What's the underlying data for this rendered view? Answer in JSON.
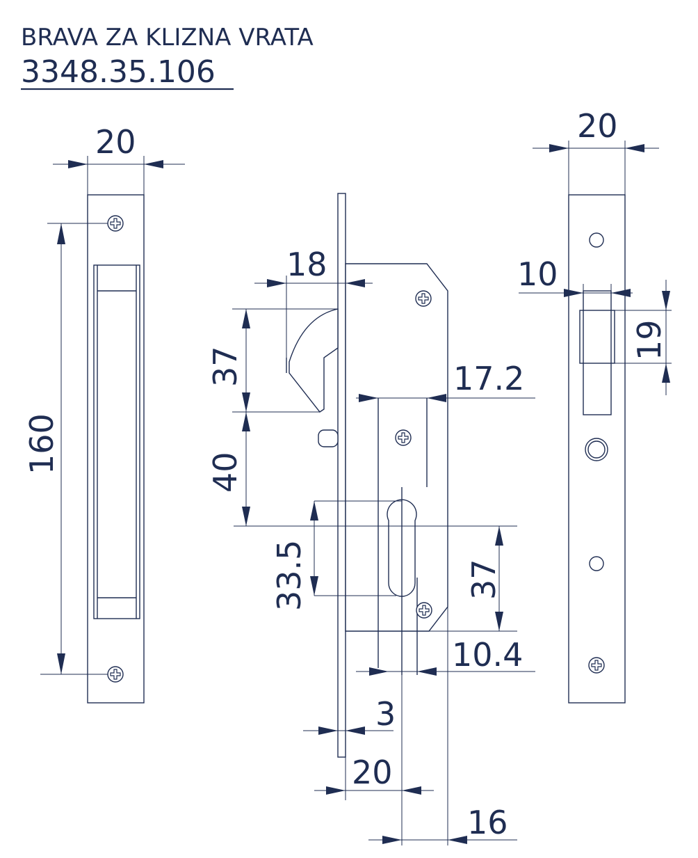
{
  "title": "BRAVA ZA KLIZNA VRATA",
  "code": "3348.35.106",
  "colors": {
    "line": "#1f2d52",
    "background": "#ffffff"
  },
  "icons": [
    "screw-phillips-icon",
    "round-hole-icon",
    "cylinder-ring-icon"
  ],
  "dimensions": {
    "left_width": "20",
    "left_height": "160",
    "mid_18": "18",
    "mid_37_top": "37",
    "mid_40": "40",
    "mid_17_2": "17.2",
    "mid_33_5": "33.5",
    "mid_37_bottom": "37",
    "mid_10_4": "10.4",
    "mid_3": "3",
    "mid_20": "20",
    "mid_16": "16",
    "right_width": "20",
    "right_10": "10",
    "right_19": "19"
  }
}
